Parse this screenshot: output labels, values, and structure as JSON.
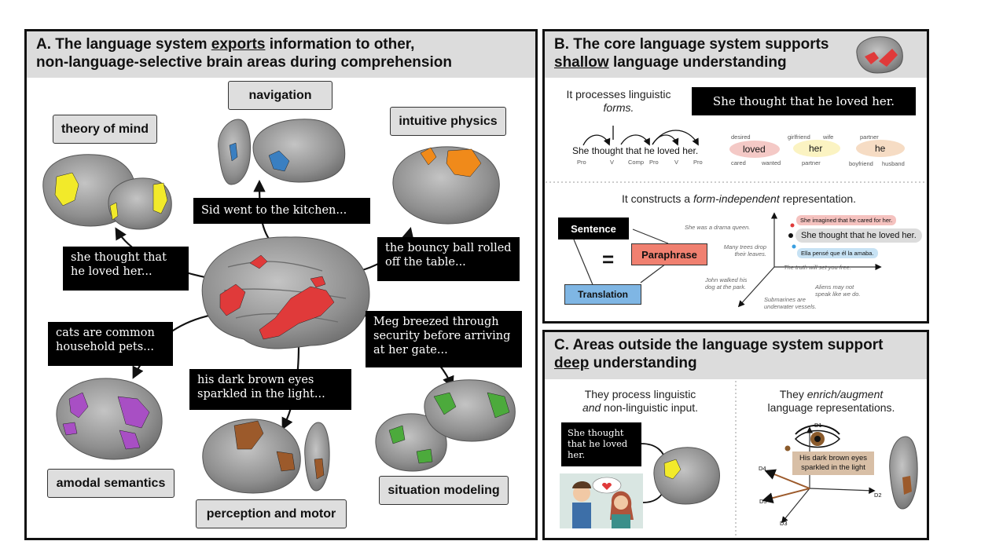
{
  "panelA": {
    "title_pre": "A. The language system ",
    "title_em": "exports",
    "title_post": " information to other,",
    "title_line2": "non-language-selective brain areas during comprehension",
    "areas": {
      "tom": "theory of mind",
      "navigation": "navigation",
      "physics": "intuitive physics",
      "amodal": "amodal semantics",
      "perception": "perception and motor",
      "situation": "situation modeling"
    },
    "quotes": {
      "tom": "she thought that he loved her...",
      "navigation": "Sid went to the kitchen...",
      "physics": "the bouncy ball rolled off the table...",
      "amodal": "cats are common household pets...",
      "perception": "his dark brown eyes sparkled in the light...",
      "situation": "Meg breezed through security before arriving at her gate..."
    }
  },
  "panelB": {
    "title_pre": "B. The core language system supports",
    "title_em": "shallow",
    "title_post": " language understanding",
    "forms_text_1": "It processes linguistic",
    "forms_text_2": "forms.",
    "sentence": "She thought that he loved her.",
    "parse": {
      "words": [
        "She",
        "thought",
        "that",
        "he",
        "loved",
        "her."
      ],
      "tags": [
        "Pro",
        "V",
        "Comp",
        "Pro",
        "V",
        "Pro"
      ]
    },
    "word_bubbles": [
      {
        "word": "loved",
        "top_left": "desired",
        "bottom_left": "cared",
        "bottom_right": "wanted",
        "color": "#f4c9c6"
      },
      {
        "word": "her",
        "top_left": "girlfriend",
        "top_right": "wife",
        "bottom": "partner",
        "color": "#fbf3c2"
      },
      {
        "word": "he",
        "top": "partner",
        "bottom_left": "boyfriend",
        "bottom_right": "husband",
        "color": "#f6dcc4"
      }
    ],
    "representation_pre": "It constructs a ",
    "representation_em": "form-independent",
    "representation_post": " representation.",
    "boxes": {
      "sentence": "Sentence",
      "paraphrase": "Paraphrase",
      "translation": "Translation",
      "equals": "="
    },
    "space_sentences": [
      "She was a drama queen.",
      "Many trees drop their leaves.",
      "John walked his dog at the park.",
      "Submarines are underwater vessels.",
      "The truth will set you free.",
      "Aliens may not speak like we do."
    ],
    "pills": [
      {
        "text": "She imagined that he cared for her.",
        "color": "#f5c2bf"
      },
      {
        "text": "She thought that he loved her.",
        "color": "#dcdcdc"
      },
      {
        "text": "Ella pensé que él la amaba.",
        "color": "#c7e2f4"
      }
    ]
  },
  "panelC": {
    "title_line1": "C. Areas outside the language system support",
    "title_em": "deep",
    "title_post": " understanding",
    "left_text_1": "They process linguistic",
    "left_text_em": "and",
    "left_text_2": " non-linguistic input.",
    "right_text_1": "They ",
    "right_text_em": "enrich/augment",
    "right_text_2": "language representations.",
    "quote": "She thought that he loved her.",
    "augment_box": "His dark brown eyes sparkled in the light",
    "axes": [
      "D1",
      "D2",
      "D3",
      "D4",
      "D5"
    ]
  },
  "colors": {
    "language": "#e03a3a",
    "tom": "#f2ea2a",
    "navigation": "#3a7fc1",
    "physics": "#f08a1a",
    "amodal": "#a84fc4",
    "perception": "#9c5a2b",
    "situation": "#4caa3c"
  }
}
